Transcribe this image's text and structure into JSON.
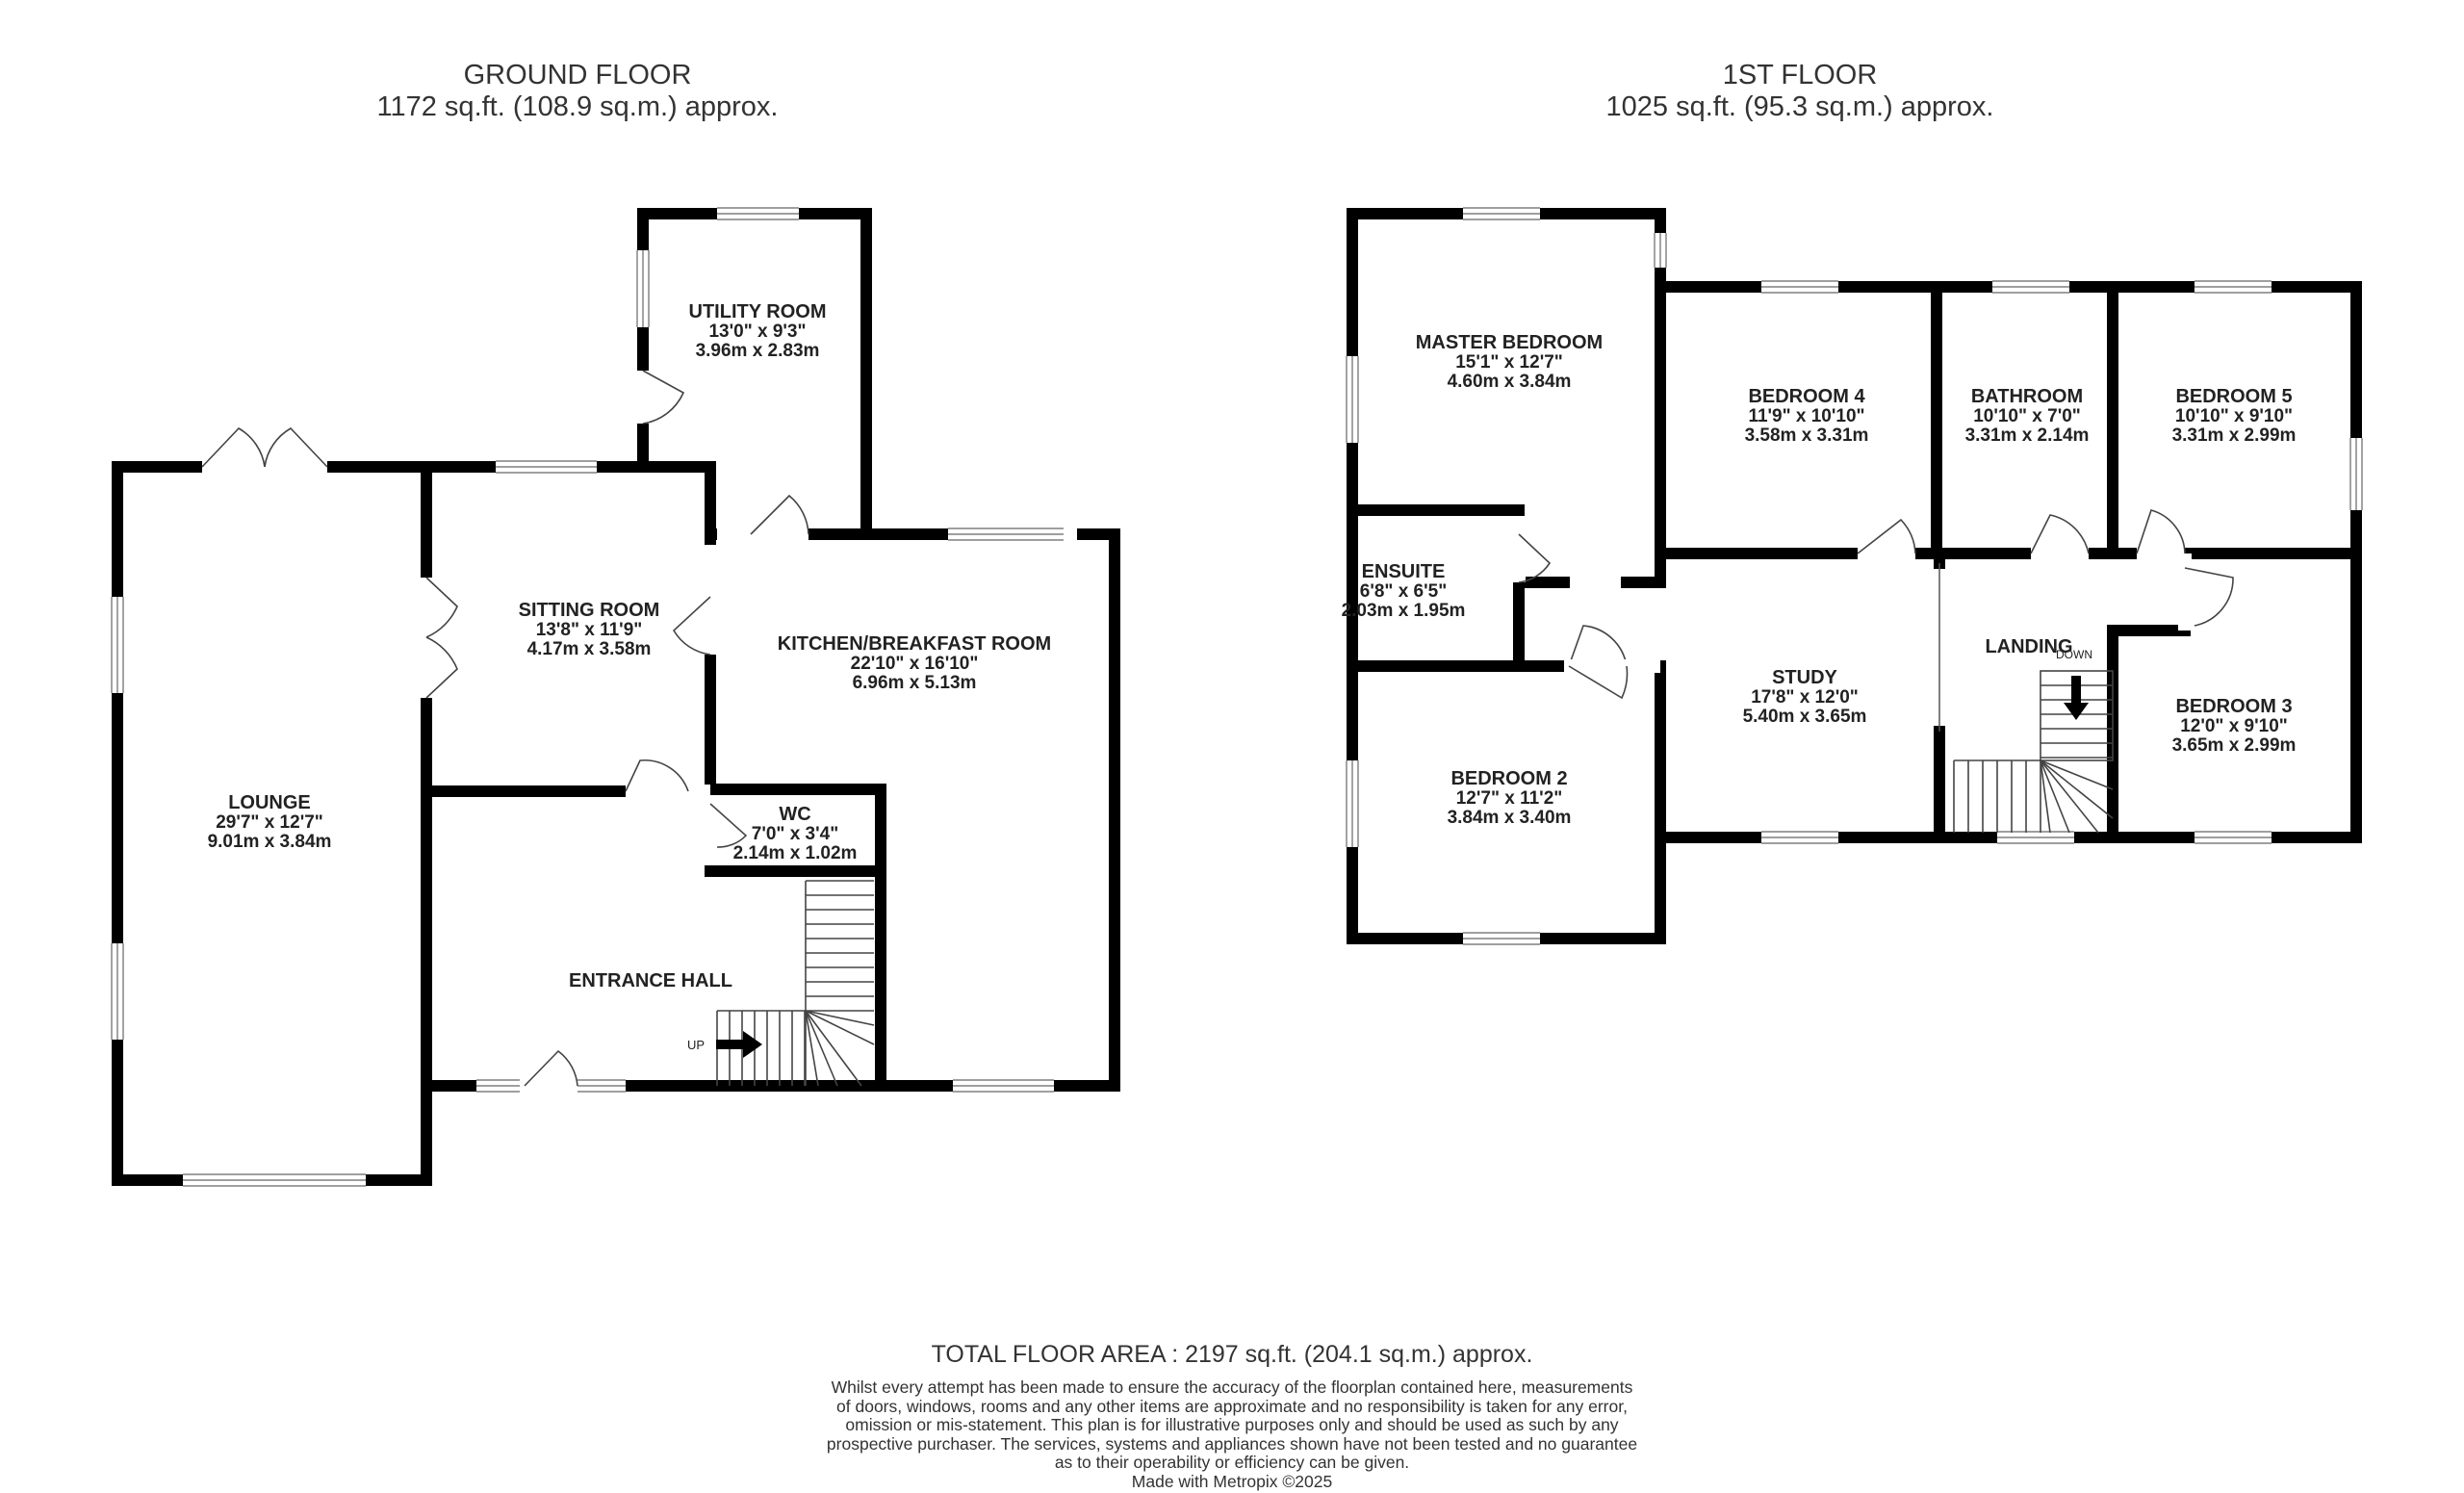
{
  "floors": [
    {
      "title": "GROUND FLOOR",
      "area": "1172 sq.ft. (108.9 sq.m.) approx."
    },
    {
      "title": "1ST FLOOR",
      "area": "1025 sq.ft. (95.3 sq.m.) approx."
    }
  ],
  "rooms": [
    {
      "name": "UTILITY ROOM",
      "imperial": "13'0\" x 9'3\"",
      "metric": "3.96m x 2.83m"
    },
    {
      "name": "SITTING ROOM",
      "imperial": "13'8\" x 11'9\"",
      "metric": "4.17m x 3.58m"
    },
    {
      "name": "KITCHEN/BREAKFAST ROOM",
      "imperial": "22'10\" x 16'10\"",
      "metric": "6.96m x 5.13m"
    },
    {
      "name": "LOUNGE",
      "imperial": "29'7\" x 12'7\"",
      "metric": "9.01m x 3.84m"
    },
    {
      "name": "WC",
      "imperial": "7'0\" x 3'4\"",
      "metric": "2.14m x 1.02m"
    },
    {
      "name": "ENTRANCE HALL",
      "imperial": "",
      "metric": ""
    },
    {
      "name": "MASTER BEDROOM",
      "imperial": "15'1\" x 12'7\"",
      "metric": "4.60m x 3.84m"
    },
    {
      "name": "BEDROOM 4",
      "imperial": "11'9\" x 10'10\"",
      "metric": "3.58m x 3.31m"
    },
    {
      "name": "BATHROOM",
      "imperial": "10'10\" x 7'0\"",
      "metric": "3.31m x 2.14m"
    },
    {
      "name": "BEDROOM 5",
      "imperial": "10'10\" x 9'10\"",
      "metric": "3.31m x 2.99m"
    },
    {
      "name": "ENSUITE",
      "imperial": "6'8\" x 6'5\"",
      "metric": "2.03m x 1.95m"
    },
    {
      "name": "LANDING",
      "imperial": "",
      "metric": ""
    },
    {
      "name": "STUDY",
      "imperial": "17'8\" x 12'0\"",
      "metric": "5.40m x 3.65m"
    },
    {
      "name": "BEDROOM 3",
      "imperial": "12'0\" x 9'10\"",
      "metric": "3.65m x 2.99m"
    },
    {
      "name": "BEDROOM 2",
      "imperial": "12'7\" x 11'2\"",
      "metric": "3.84m x 3.40m"
    }
  ],
  "stairs": {
    "up_label": "UP",
    "down_label": "DOWN"
  },
  "total_area": "TOTAL FLOOR AREA : 2197 sq.ft. (204.1 sq.m.) approx.",
  "disclaimer": [
    "Whilst every attempt has been made to ensure the accuracy of the floorplan contained here, measurements",
    "of doors, windows, rooms and any other items are approximate and no responsibility is taken for any error,",
    "omission or mis-statement. This plan is for illustrative purposes only and should be used as such by any",
    "prospective purchaser. The services, systems and appliances shown have not been tested and no guarantee",
    "as to their operability or efficiency can be given.",
    "Made with Metropix ©2025"
  ]
}
